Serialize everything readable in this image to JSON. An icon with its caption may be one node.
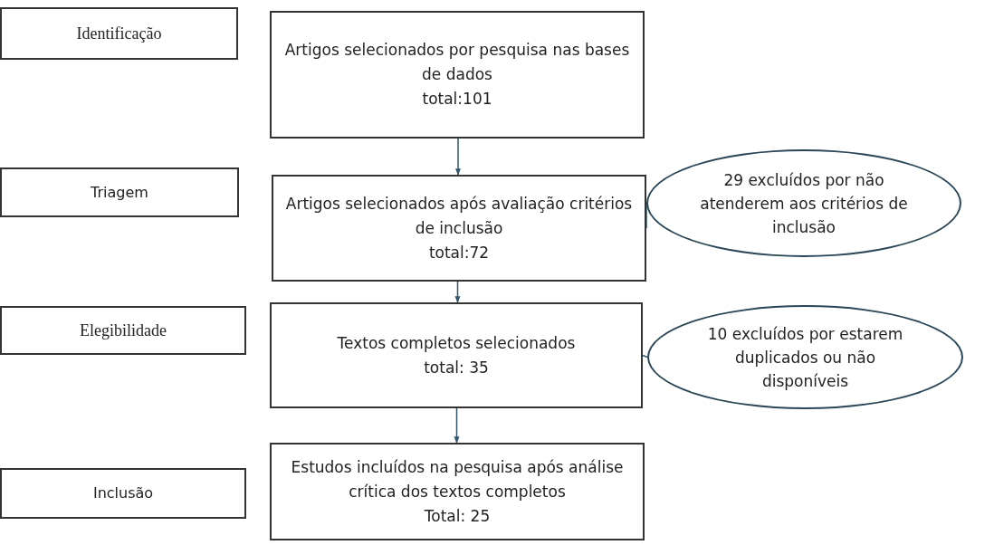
{
  "diagram": {
    "nodes": [
      {
        "text": [
          "Identificação"
        ]
      },
      {
        "text": [
          "Artigos selecionados por pesquisa nas bases de dados",
          "total:101"
        ]
      },
      {
        "text": [
          "Triagem"
        ]
      },
      {
        "text": [
          "Artigos selecionados após avaliação critérios de inclusão",
          "total:72"
        ]
      },
      {
        "text": [
          "29 excluídos por não atenderem aos critérios de inclusão"
        ]
      },
      {
        "text": [
          "Elegibilidade"
        ]
      },
      {
        "text": [
          "Textos completos selecionados",
          "total: 35"
        ]
      },
      {
        "text": [
          "10 excluídos por estarem duplicados ou não disponíveis"
        ]
      },
      {
        "text": [
          "Inclusão"
        ]
      },
      {
        "text": [
          "Estudos incluídos na pesquisa após análise crítica dos textos completos",
          "Total: 25"
        ]
      }
    ],
    "edges": [
      {
        "from": 1,
        "to": 3,
        "arrow": "to"
      },
      {
        "from": 3,
        "to": 6,
        "arrow": "to"
      },
      {
        "from": 6,
        "to": 9,
        "arrow": "to"
      },
      {
        "from": 3,
        "to": 4,
        "arrow": "none"
      },
      {
        "from": 6,
        "to": 7,
        "arrow": "none"
      }
    ]
  }
}
